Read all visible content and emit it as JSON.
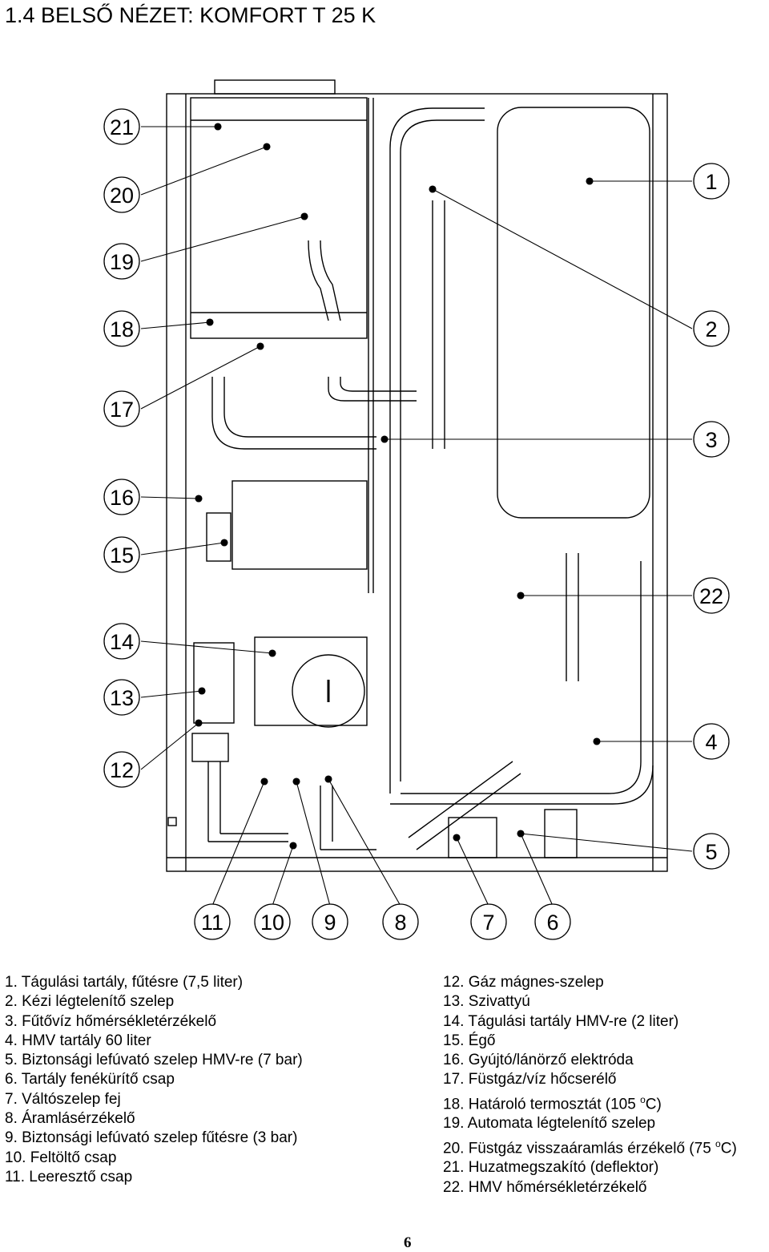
{
  "title": "1.4 BELSŐ NÉZET: KOMFORT T 25 K",
  "callouts": [
    "21",
    "20",
    "19",
    "18",
    "17",
    "16",
    "15",
    "14",
    "13",
    "12",
    "1",
    "2",
    "3",
    "22",
    "4",
    "5",
    "11",
    "10",
    "9",
    "8",
    "7",
    "6"
  ],
  "legend_left": [
    "1. Tágulási tartály, fűtésre (7,5 liter)",
    "2. Kézi légtelenítő szelep",
    "3. Fűtővíz hőmérsékletérzékelő",
    "4. HMV tartály 60 liter",
    "5. Biztonsági lefúvató szelep HMV-re (7 bar)",
    "6. Tartály fenékürítő csap",
    "7. Váltószelep fej",
    "8. Áramlásérzékelő",
    "9. Biztonsági lefúvató szelep fűtésre (3 bar)",
    "10. Feltöltő csap",
    "11. Leeresztő csap"
  ],
  "legend_right": [
    "12. Gáz mágnes-szelep",
    "13. Szivattyú",
    "14. Tágulási tartály HMV-re (2 liter)",
    "15. Égő",
    "16. Gyújtó/lánörző elektróda",
    "17. Füstgáz/víz hőcserélő",
    "18. Határoló termosztát (105 ",
    "19. Automata légtelenítő szelep",
    "20. Füstgáz visszaáramlás érzékelő (75 ",
    "21. Huzatmegszakító (deflektor)",
    "22. HMV hőmérsékletérzékelő"
  ],
  "legend_suffix": {
    "degree_mark": "o",
    "unit_tail": "C)"
  },
  "page_number": "6"
}
